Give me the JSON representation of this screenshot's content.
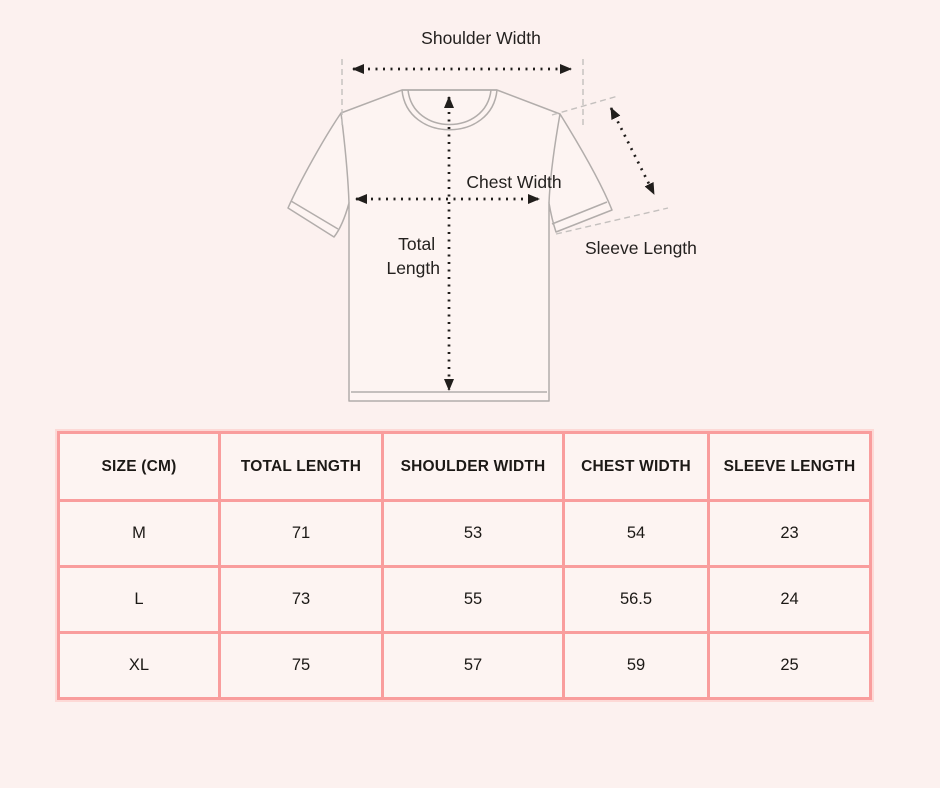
{
  "page": {
    "background_color": "#fcf1ef",
    "accent_border_color": "#f99d9d",
    "cell_background_color": "#fdf4f2",
    "text_color": "#1c1916",
    "outline_color": "#b2adab"
  },
  "diagram": {
    "labels": {
      "shoulder_width": "Shoulder Width",
      "chest_width": "Chest Width",
      "total_line1": "Total",
      "total_line2": "Length",
      "sleeve_length": "Sleeve Length"
    }
  },
  "table": {
    "headers": [
      "SIZE (CM)",
      "TOTAL LENGTH",
      "SHOULDER WIDTH",
      "CHEST WIDTH",
      "SLEEVE LENGTH"
    ],
    "rows": [
      {
        "size": "M",
        "values": [
          "71",
          "53",
          "54",
          "23"
        ]
      },
      {
        "size": "L",
        "values": [
          "73",
          "55",
          "56.5",
          "24"
        ]
      },
      {
        "size": "XL",
        "values": [
          "75",
          "57",
          "59",
          "25"
        ]
      }
    ]
  },
  "chart_data": {
    "type": "table",
    "columns": [
      "SIZE (CM)",
      "TOTAL LENGTH",
      "SHOULDER WIDTH",
      "CHEST WIDTH",
      "SLEEVE LENGTH"
    ],
    "rows": [
      [
        "M",
        71,
        53,
        54,
        23
      ],
      [
        "L",
        73,
        55,
        56.5,
        24
      ],
      [
        "XL",
        75,
        57,
        59,
        25
      ]
    ]
  }
}
